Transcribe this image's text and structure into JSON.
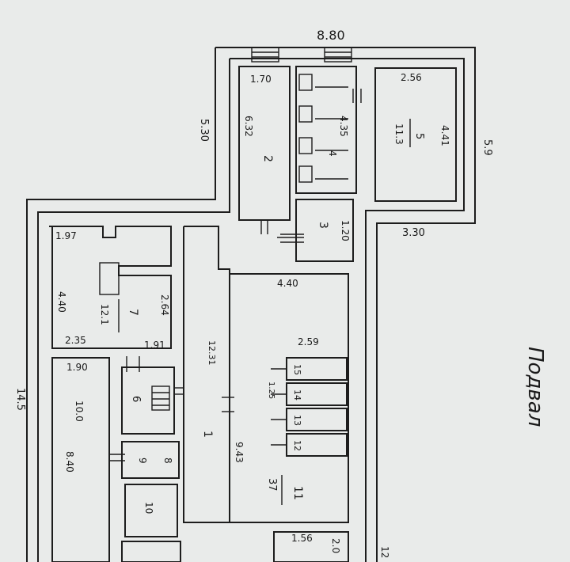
{
  "dims": {
    "top_8_80": "8.80",
    "left_5_30": "5.30",
    "right_5_9": "5.9",
    "d_3_30": "3.30",
    "d_14_5": "14.5",
    "d_12": "12",
    "r2_top": "1.70",
    "r2_len": "6.32",
    "r4_len": "4.35",
    "r5_top": "2.56",
    "r5_side": "4.41",
    "r3_side": "1.20",
    "r7_top": "1.97",
    "r7_left": "4.40",
    "r7_right": "2.64",
    "r7_bottom": "2.35",
    "r6_top": "1.91",
    "corr": "12.31",
    "big_top": "4.40",
    "big_left": "9.43",
    "small_top": "2.59",
    "small_side": "1.25",
    "left_top": "1.90",
    "left_side": "8.40",
    "br_top": "1.56",
    "br_side": "2.0"
  },
  "rooms": {
    "r1": "1",
    "r2": "2",
    "r3": "3",
    "r4": "4",
    "r5_num": "5",
    "r5_area": "11.3",
    "r6": "6",
    "r7_num": "7",
    "r7_area": "12.1",
    "r8": "8",
    "r9": "9",
    "r10": "10",
    "r11_num": "11",
    "r11_area": "37",
    "r12": "12",
    "r13": "13",
    "r14": "14",
    "r15": "15",
    "left_area": "10.0"
  },
  "title": "Подвал"
}
